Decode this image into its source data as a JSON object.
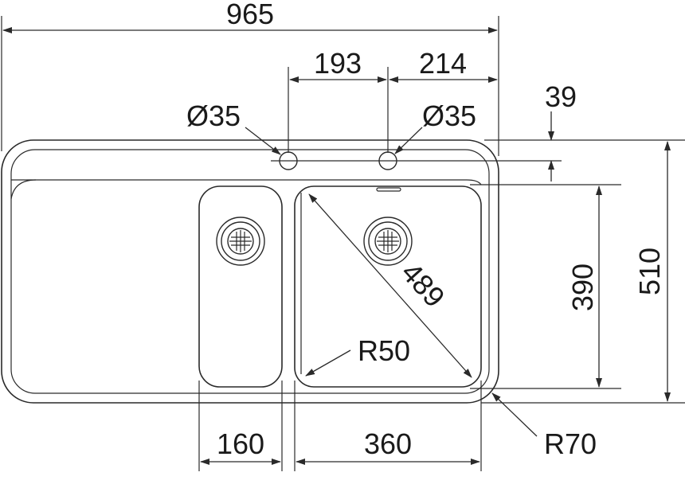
{
  "dimensions": {
    "overall_width": "965",
    "tap_hole_spacing": "193",
    "tap_hole_to_edge": "214",
    "tap_hole_left_diameter": "Ø35",
    "tap_hole_right_diameter": "Ø35",
    "tap_hole_offset": "39",
    "bowl_depth": "390",
    "overall_depth": "510",
    "bowl_diagonal": "489",
    "bowl_corner_radius": "R50",
    "outer_corner_radius": "R70",
    "small_bowl_width": "160",
    "large_bowl_width": "360"
  },
  "colors": {
    "line": "#2a2a2a",
    "background": "#ffffff"
  },
  "icons": {
    "drain": "sink-drain-icon",
    "tap_hole": "tap-hole-icon"
  }
}
